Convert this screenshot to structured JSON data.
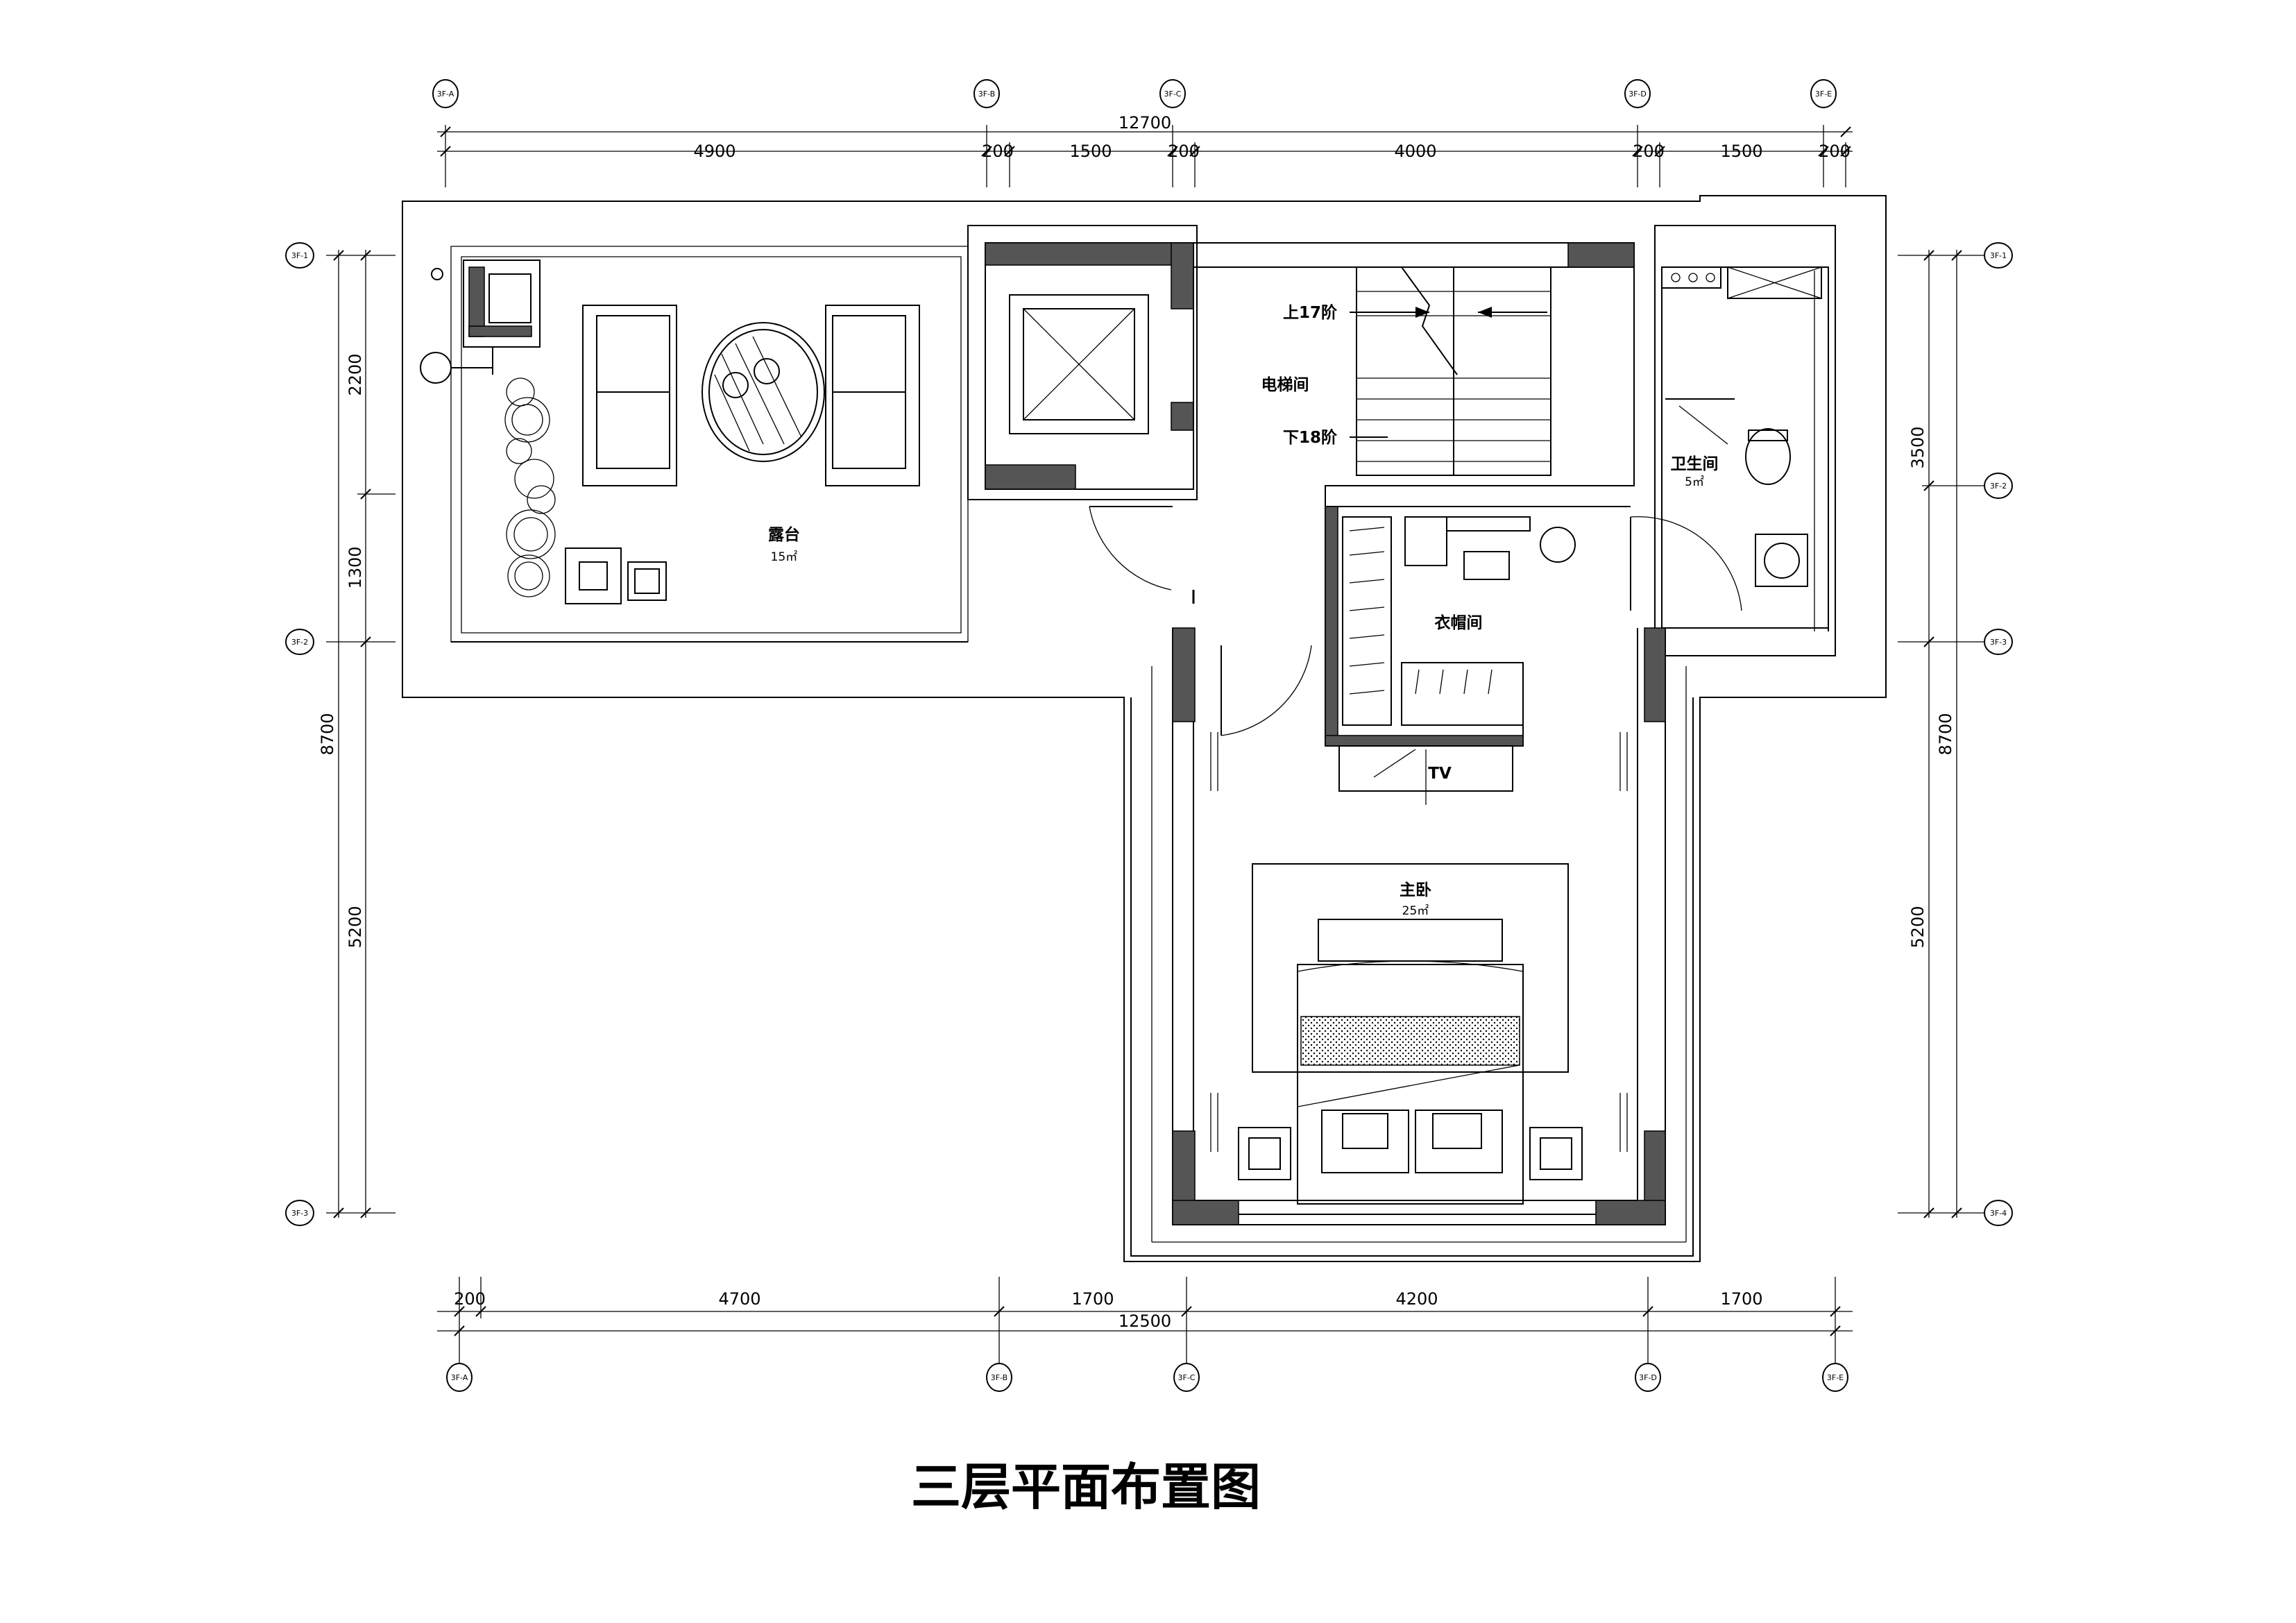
{
  "title": "三层平面布置图",
  "rooms": {
    "terrace": {
      "name": "露台",
      "area": "15㎡"
    },
    "elevator_hall": {
      "name": "电梯间"
    },
    "stair_up": "上17阶",
    "stair_down": "下18阶",
    "bathroom": {
      "name": "卫生间",
      "area": "5㎡"
    },
    "cloakroom": {
      "name": "衣帽间"
    },
    "tv": "TV",
    "master_bedroom": {
      "name": "主卧",
      "area": "25㎡"
    }
  },
  "dimensions": {
    "top_total": "12700",
    "top_segments": [
      "4900",
      "200",
      "1500",
      "200",
      "4000",
      "200",
      "1500",
      "200"
    ],
    "bottom_total": "12500",
    "bottom_segments": [
      "200",
      "4700",
      "1700",
      "4200",
      "1700"
    ],
    "left_segments": [
      "2200",
      "1300",
      "5200"
    ],
    "left_total": "8700",
    "right_segments": [
      "3500",
      "5200"
    ],
    "right_total": "8700"
  },
  "axes": {
    "top": [
      "3F-A",
      "3F-B",
      "3F-C",
      "3F-D",
      "3F-E"
    ],
    "bottom": [
      "3F-A",
      "3F-B",
      "3F-C",
      "3F-D",
      "3F-E"
    ],
    "left": [
      "3F-1",
      "3F-2",
      "3F-3"
    ],
    "right": [
      "3F-1",
      "3F-2",
      "3F-3",
      "3F-4"
    ]
  }
}
